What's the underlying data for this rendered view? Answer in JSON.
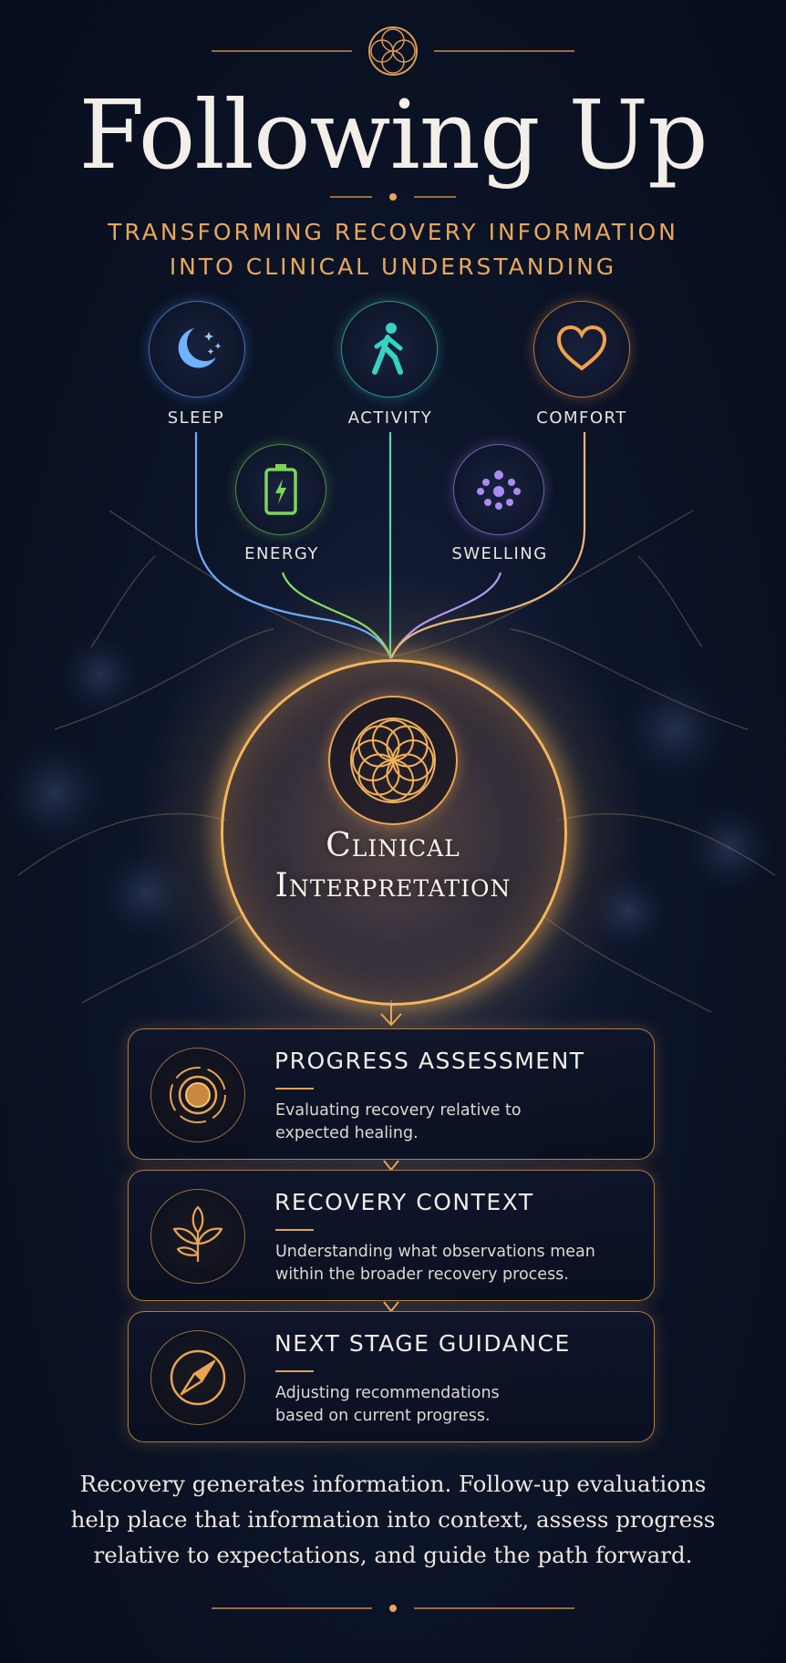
{
  "title": "Following Up",
  "subtitle_line1": "TRANSFORMING RECOVERY INFORMATION",
  "subtitle_line2": "INTO CLINICAL UNDERSTANDING",
  "metrics": [
    {
      "label": "SLEEP",
      "icon": "moon-stars-icon",
      "color": "#5aa8ff"
    },
    {
      "label": "ACTIVITY",
      "icon": "walking-person-icon",
      "color": "#2fd0c0"
    },
    {
      "label": "COMFORT",
      "icon": "heart-icon",
      "color": "#f0a24a"
    },
    {
      "label": "ENERGY",
      "icon": "battery-icon",
      "color": "#7ed35a"
    },
    {
      "label": "SWELLING",
      "icon": "dots-cluster-icon",
      "color": "#a98cf0"
    }
  ],
  "hub": {
    "line1": "Clinical",
    "line2": "Interpretation",
    "icon": "mandala-icon"
  },
  "cards": [
    {
      "title": "PROGRESS ASSESSMENT",
      "desc_line1": "Evaluating recovery relative to",
      "desc_line2": "expected healing.",
      "icon": "target-icon"
    },
    {
      "title": "RECOVERY CONTEXT",
      "desc_line1": "Understanding what observations mean",
      "desc_line2": "within the broader recovery process.",
      "icon": "leaves-icon"
    },
    {
      "title": "NEXT STAGE GUIDANCE",
      "desc_line1": "Adjusting recommendations",
      "desc_line2": "based on current progress.",
      "icon": "compass-icon"
    }
  ],
  "footer": {
    "line1": "Recovery generates information. Follow-up evaluations",
    "line2": "help place that information into context, assess progress",
    "line3": "relative to expectations, and guide the path forward."
  },
  "colors": {
    "accent": "#e7a85a",
    "gold": "#f3b55d",
    "background": "#0b1326"
  }
}
